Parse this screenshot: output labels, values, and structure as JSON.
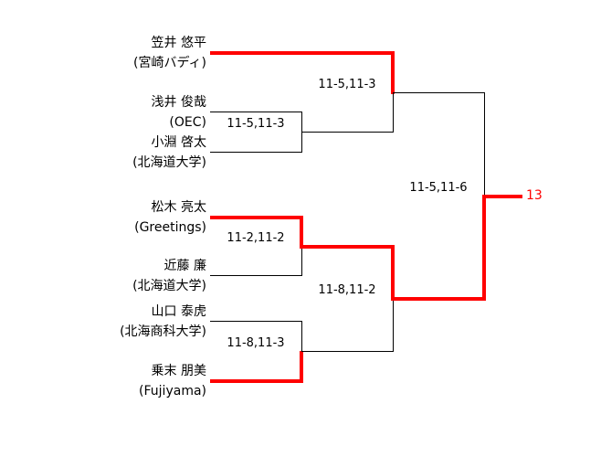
{
  "colors": {
    "line": "#000000",
    "winner_path": "#ff0000",
    "result_text": "#ff0000",
    "background": "#ffffff",
    "text": "#000000"
  },
  "players": [
    {
      "name": "笠井 悠平",
      "affiliation": "(宮崎バディ)"
    },
    {
      "name": "浅井 俊哉",
      "affiliation": "(OEC)"
    },
    {
      "name": "小淵 啓太",
      "affiliation": "(北海道大学)"
    },
    {
      "name": "松木 亮太",
      "affiliation": "(Greetings)"
    },
    {
      "name": "近藤 廉",
      "affiliation": "(北海道大学)"
    },
    {
      "name": "山口 泰虎",
      "affiliation": "(北海商科大学)"
    },
    {
      "name": "乗末 朋美",
      "affiliation": "(Fujiyama)"
    }
  ],
  "scores": {
    "round1_top": "11-5,11-3",
    "round1_middle": "11-2,11-2",
    "round1_bottom": "11-8,11-3",
    "semifinal_top": "11-5,11-3",
    "semifinal_bottom": "11-8,11-2",
    "final": "11-5,11-6"
  },
  "final_result_number": "13"
}
